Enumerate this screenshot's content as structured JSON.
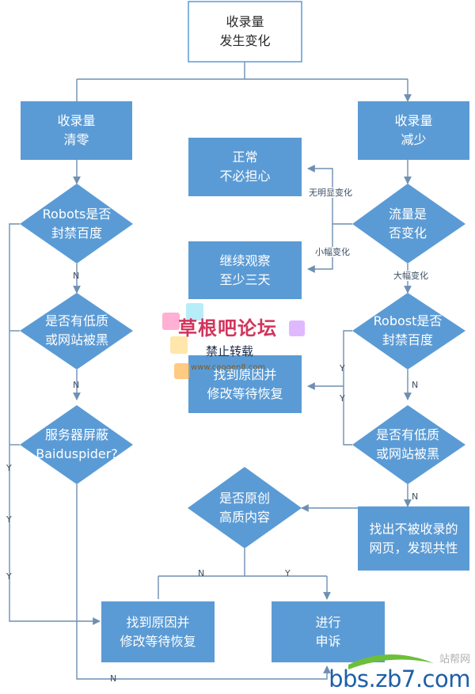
{
  "nodes": {
    "start": [
      "收录量",
      "发生变化"
    ],
    "cleared": [
      "收录量",
      "清零"
    ],
    "reduced": [
      "收录量",
      "减少"
    ],
    "normal": [
      "正常",
      "不必担心"
    ],
    "observe": [
      "继续观察",
      "至少三天"
    ],
    "traffic_changed": [
      "流量是",
      "否变化"
    ],
    "robots_left": [
      "Robots是否",
      "封禁百度"
    ],
    "robots_right": [
      "Robost是否",
      "封禁百度"
    ],
    "low_quality_left": [
      "是否有低质",
      "或网站被黑"
    ],
    "low_quality_right": [
      "是否有低质",
      "或网站被黑"
    ],
    "server_block": [
      "服务器屏蔽",
      "Baiduspider?"
    ],
    "fix_mid": [
      "找到原因并",
      "修改等待恢复"
    ],
    "find_pages": [
      "找出不被收录的",
      "网页，发现共性"
    ],
    "original_quality": [
      "是否原创",
      "高质内容"
    ],
    "fix_bottom": [
      "找到原因并",
      "修改等待恢复"
    ],
    "appeal": [
      "进行",
      "申诉"
    ]
  },
  "edge_labels": {
    "no_obvious_change": "无明显变化",
    "slight_change": "小幅变化",
    "big_change": "大幅变化"
  },
  "branch_labels": {
    "n": "N",
    "y": "Y"
  },
  "watermark": {
    "title": "草根吧论坛",
    "subtitle": "禁止转载",
    "url": "www.caogen8.com"
  },
  "site_logo": {
    "cn": "站帮网",
    "domain": "bbs.zb7.com"
  },
  "colors": {
    "box": "#5b9bd5",
    "start_border": "#5b9bd5",
    "line": "#6f8fb2",
    "logo_blue": "#1d5fa8",
    "logo_swoosh": "#6cbf3a"
  }
}
